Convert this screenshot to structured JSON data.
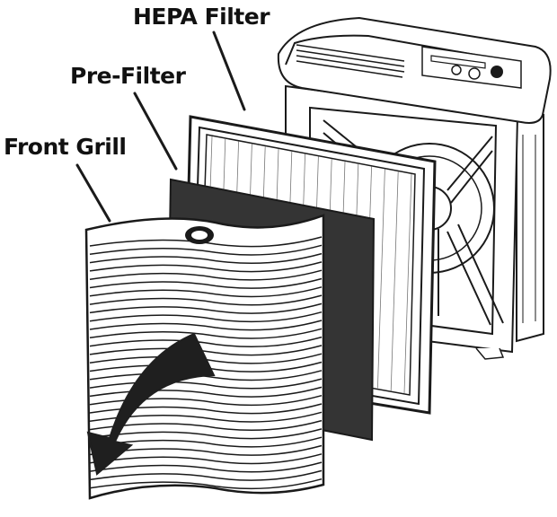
{
  "labels": {
    "hepa_filter": "HEPA Filter",
    "pre_filter": "Pre-Filter",
    "front_grill": "Front Grill"
  },
  "colors": {
    "line": "#1a1a1a",
    "pre_filter_fill": "#343434",
    "arrow_fill": "#1f1f1f",
    "background": "#ffffff"
  }
}
